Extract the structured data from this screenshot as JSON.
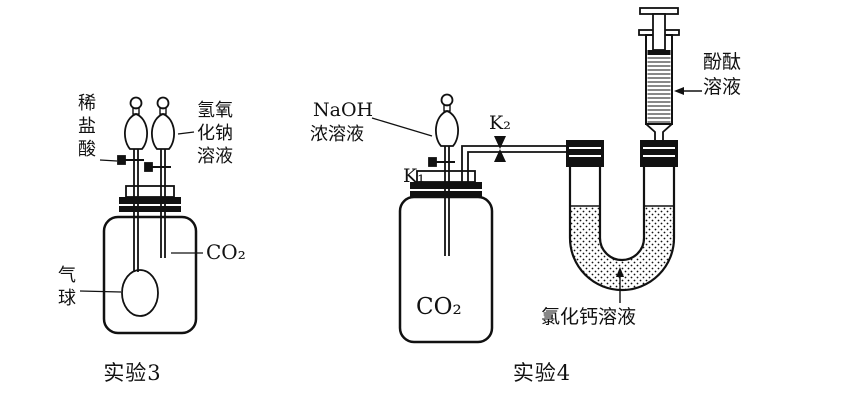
{
  "experiment3": {
    "label_dilute_hydrochloric_acid": "稀盐酸",
    "label_sodium_hydroxide_solution": "氢氧化钠溶液",
    "label_gas": "CO₂",
    "label_balloon": "气球",
    "caption": "实验3"
  },
  "experiment4": {
    "label_naoh_line1": "NaOH",
    "label_naoh_line2": "浓溶液",
    "label_valve_k1": "K₁",
    "label_valve_k2": "K₂",
    "label_gas": "CO₂",
    "label_calcium_chloride_solution": "氯化钙溶液",
    "label_phenolphthalein": "酚酞溶液",
    "caption": "实验4"
  },
  "colors": {
    "ink": "#111111",
    "background": "#ffffff"
  }
}
